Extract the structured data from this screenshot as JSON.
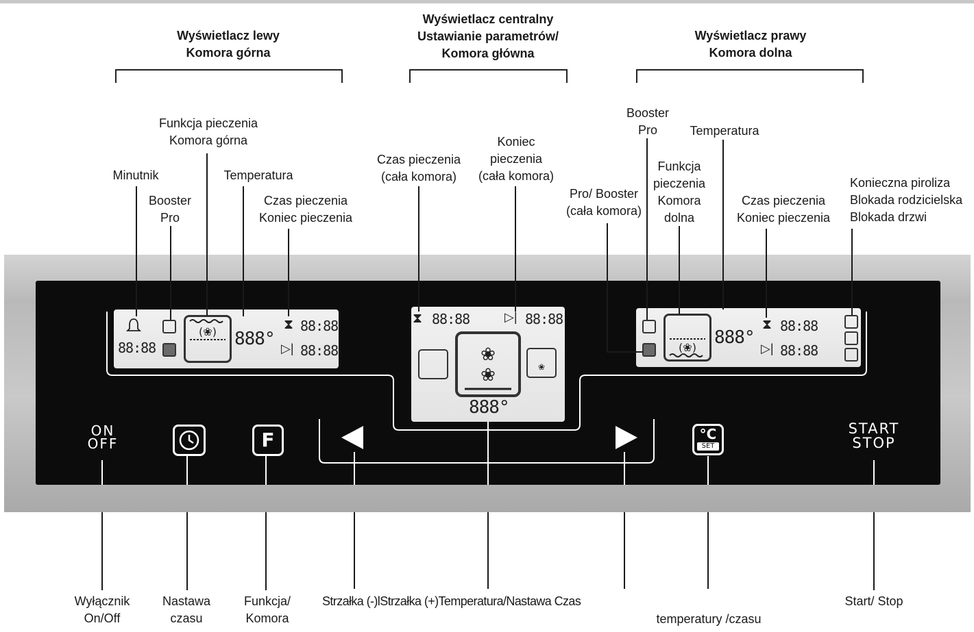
{
  "headers": {
    "left": [
      "Wyświetlacz lewy",
      "Komora górna"
    ],
    "center": [
      "Wyświetlacz centralny",
      "Ustawianie parametrów/",
      "Komora główna"
    ],
    "right": [
      "Wyświetlacz prawy",
      "Komora dolna"
    ]
  },
  "labels_top": {
    "minutnik": [
      "Minutnik"
    ],
    "booster_left": [
      "Booster",
      "Pro"
    ],
    "funkcja_left": [
      "Funkcja pieczenia",
      "Komora górna"
    ],
    "temperatura_left": [
      "Temperatura"
    ],
    "czas_left": [
      "Czas pieczenia",
      "Koniec pieczenia"
    ],
    "czas_center": [
      "Czas pieczenia",
      "(cała komora)"
    ],
    "koniec_center": [
      "Koniec",
      "pieczenia",
      "(cała komora)"
    ],
    "pro_booster": [
      "Pro/ Booster",
      "(cała komora)"
    ],
    "booster_right": [
      "Booster",
      "Pro"
    ],
    "temperatura_right": [
      "Temperatura"
    ],
    "funkcja_right": [
      "Funkcja",
      "pieczenia",
      "Komora",
      "dolna"
    ],
    "czas_right": [
      "Czas pieczenia",
      "Koniec pieczenia"
    ],
    "status_right": [
      "Konieczna piroliza",
      "Blokada rodzicielska",
      "Blokada drzwi"
    ]
  },
  "labels_bottom": {
    "onoff": [
      "Wyłącznik",
      "On/Off"
    ],
    "nastawa": [
      "Nastawa",
      "czasu"
    ],
    "funkcja": [
      "Funkcja/",
      "Komora"
    ],
    "arrows_overlap": [
      "Strzałka (-)lStrzałka (+)Temperatura/Nastawa Czas"
    ],
    "temperatury": [
      "temperatury /czasu"
    ],
    "startstop": [
      "Start/ Stop"
    ]
  },
  "display": {
    "left": {
      "time_small": "88:88",
      "temp": "888°",
      "time1": "88:88",
      "time2": "88:88"
    },
    "center": {
      "time1": "88:88",
      "time2": "88:88",
      "temp": "888°"
    },
    "right": {
      "temp": "888°",
      "time1": "88:88",
      "time2": "88:88"
    }
  },
  "buttons": {
    "on": "ON",
    "off": "OFF",
    "function_glyph": "F",
    "temp_glyph": "°C",
    "set_glyph": "SET",
    "start": "START",
    "stop": "STOP"
  },
  "icons": [
    "bell-icon",
    "clock-icon",
    "fan-icon",
    "hourglass-icon",
    "end-time-icon",
    "arrow-left-icon",
    "arrow-right-icon",
    "lock-icon",
    "pyrolysis-icon",
    "child-lock-icon"
  ],
  "colors": {
    "panel": "#0c0c0c",
    "lcd": "#ebebeb",
    "steel": "#bdbdbd",
    "text": "#1a1a1a"
  }
}
